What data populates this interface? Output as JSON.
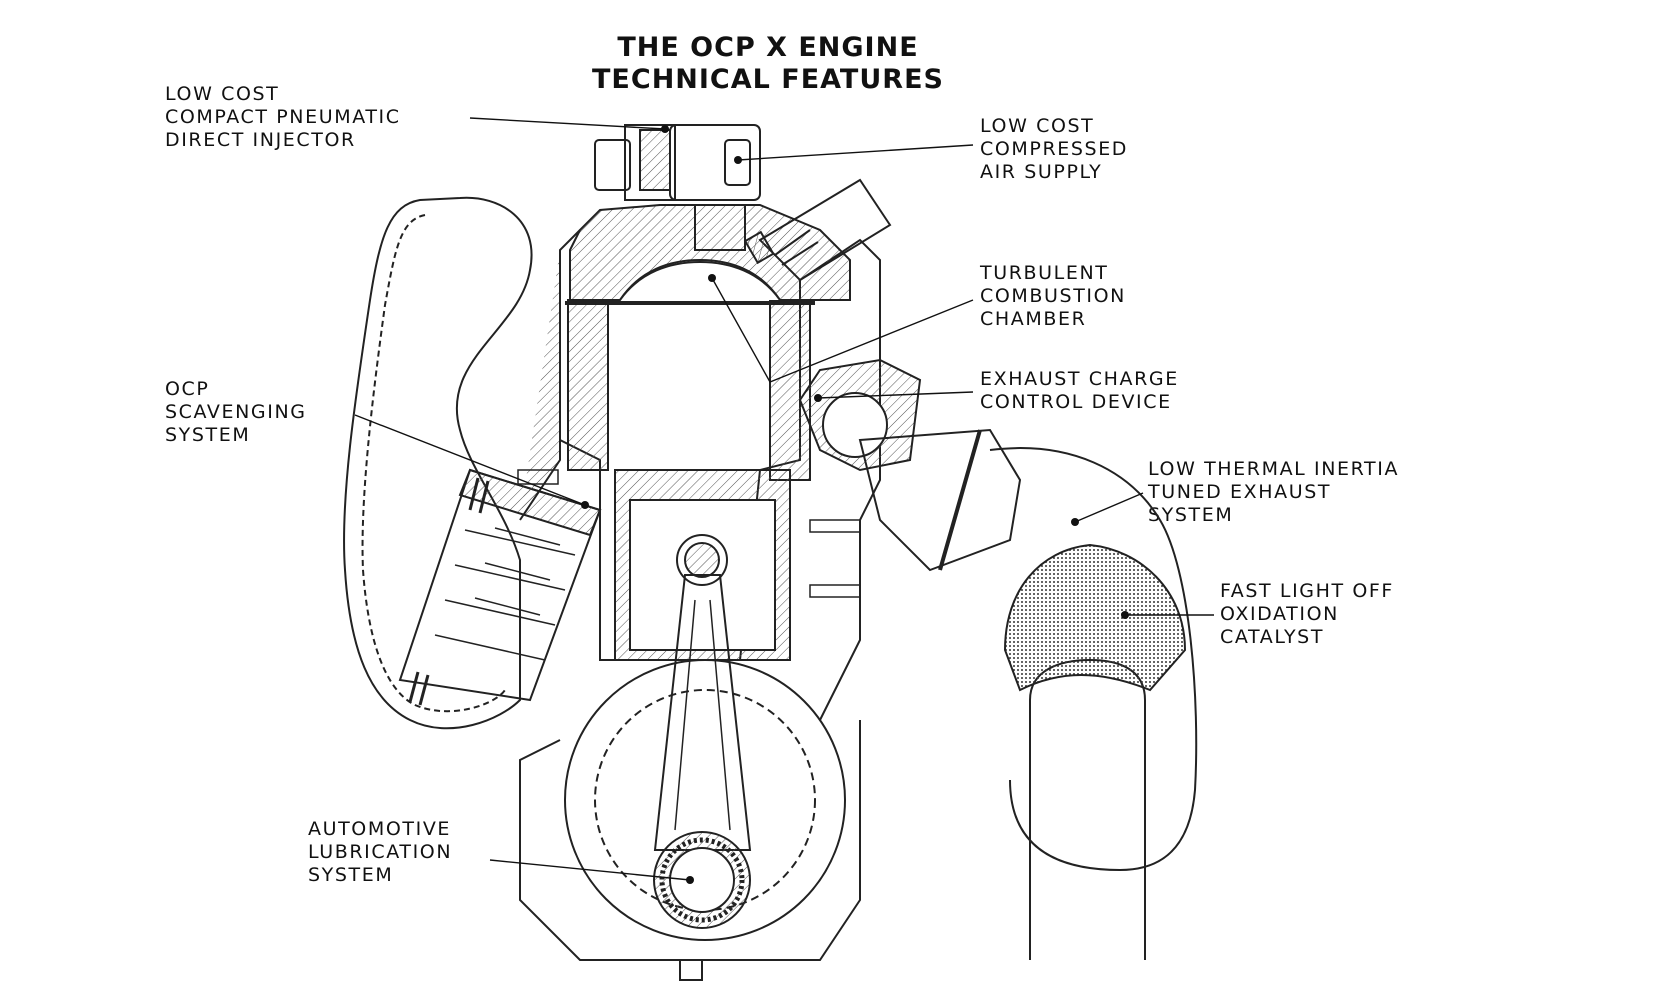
{
  "title": {
    "line1": "THE OCP X ENGINE",
    "line2": "TECHNICAL FEATURES"
  },
  "callouts": [
    {
      "id": "injector",
      "lines": [
        "LOW COST",
        "COMPACT PNEUMATIC",
        "DIRECT INJECTOR"
      ]
    },
    {
      "id": "air-supply",
      "lines": [
        "LOW COST",
        "COMPRESSED",
        "AIR SUPPLY"
      ]
    },
    {
      "id": "combustion-chamber",
      "lines": [
        "TURBULENT",
        "COMBUSTION",
        "CHAMBER"
      ]
    },
    {
      "id": "exhaust-charge",
      "lines": [
        "EXHAUST CHARGE",
        "CONTROL DEVICE"
      ]
    },
    {
      "id": "scavenging",
      "lines": [
        "OCP",
        "SCAVENGING",
        "SYSTEM"
      ]
    },
    {
      "id": "exhaust-system",
      "lines": [
        "LOW THERMAL INERTIA",
        "TUNED EXHAUST",
        "SYSTEM"
      ]
    },
    {
      "id": "catalyst",
      "lines": [
        "FAST LIGHT OFF",
        "OXIDATION",
        "CATALYST"
      ]
    },
    {
      "id": "lubrication",
      "lines": [
        "AUTOMOTIVE",
        "LUBRICATION",
        "SYSTEM"
      ]
    }
  ]
}
